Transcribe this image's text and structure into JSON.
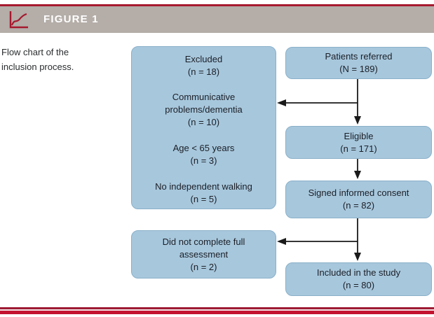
{
  "header": {
    "figure_label": "FIGURE 1",
    "icon": "line-chart-icon"
  },
  "caption": {
    "line1": "Flow chart of the",
    "line2": "inclusion process."
  },
  "colors": {
    "accent_dark_red": "#9E1B32",
    "accent_bright_red": "#C3132F",
    "header_bar_gray": "#B4ADA8",
    "box_fill_blue": "#A7C7DC",
    "box_border_blue": "#8AB0C9",
    "box_text": "#1B1F27",
    "arrow": "#1A1A1A"
  },
  "flowchart": {
    "excluded": {
      "title": "Excluded",
      "count": "(n = 18)",
      "reasons": [
        {
          "label": "Communicative problems/dementia",
          "count": "(n = 10)"
        },
        {
          "label": "Age < 65 years",
          "count": "(n = 3)"
        },
        {
          "label": "No independent walking",
          "count": "(n = 5)"
        }
      ]
    },
    "dropout": {
      "label": "Did not complete full assessment",
      "count": "(n = 2)"
    },
    "steps": [
      {
        "label": "Patients referred",
        "count": "(N = 189)"
      },
      {
        "label": "Eligible",
        "count": "(n = 171)"
      },
      {
        "label": "Signed informed consent",
        "count": "(n = 82)"
      },
      {
        "label": "Included in the study",
        "count": "(n = 80)"
      }
    ]
  }
}
